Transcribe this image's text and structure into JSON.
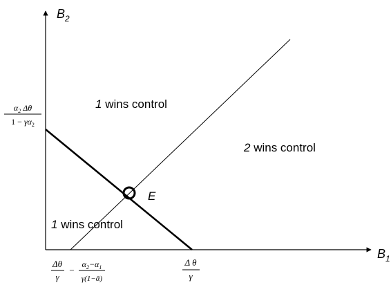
{
  "axes": {
    "x_label": {
      "main": "B",
      "sub": "1"
    },
    "y_label": {
      "main": "B",
      "sub": "2"
    }
  },
  "regions": [
    {
      "id": "upper",
      "num": "1",
      "text": " wins  control"
    },
    {
      "id": "right",
      "num": "2",
      "text": " wins control"
    },
    {
      "id": "lower",
      "num": "1",
      "text": " wins  control"
    }
  ],
  "point": {
    "label": "E"
  },
  "y_intercept": {
    "num": {
      "a": "α",
      "a_sub": "2",
      "rest": "Δθ"
    },
    "den": {
      "one": "1",
      "minus": "−",
      "g": "γ",
      "a": "α",
      "a_sub": "2"
    }
  },
  "x_tick_left": {
    "f1_num": "Δθ",
    "f1_den": "γ",
    "minus": "−",
    "f2_num": {
      "a": "α",
      "a_sub": "2",
      "minus": "−",
      "b": "α",
      "b_sub": "1"
    },
    "f2_den": "γ(1−ᾱ)"
  },
  "x_tick_right": {
    "num": "Δ θ",
    "den": "γ"
  },
  "colors": {
    "line": "#000000",
    "background": "#ffffff"
  }
}
